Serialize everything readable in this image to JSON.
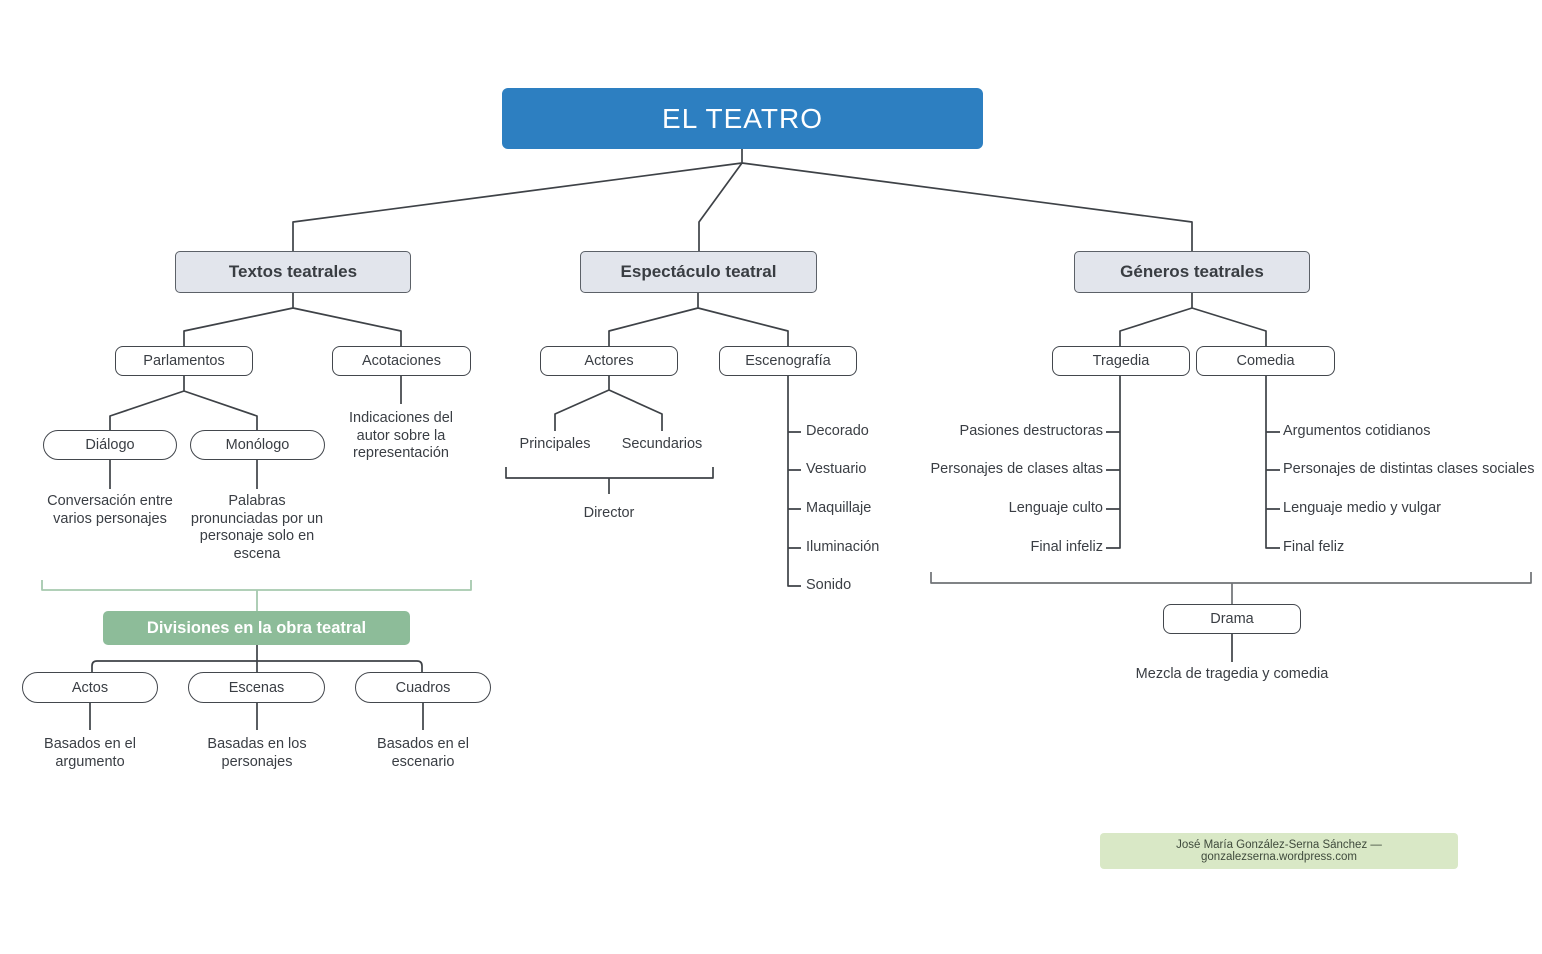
{
  "colors": {
    "root_blue": "#2d7fc1",
    "category_fill": "#e2e5ec",
    "green_header": "#8dbc99",
    "green_bracket": "#a6c9ae",
    "tree_line": "#3e4247",
    "gray_bracket": "#6f7275",
    "footer_bg": "#d9e8c6"
  },
  "root": {
    "title": "EL TEATRO"
  },
  "textos": {
    "title": "Textos teatrales",
    "parlamentos": {
      "label": "Parlamentos"
    },
    "dialogo": {
      "label": "Diálogo",
      "desc": "Conversación entre varios personajes"
    },
    "monologo": {
      "label": "Monólogo",
      "desc": "Palabras pronunciadas por un personaje solo en escena"
    },
    "acotaciones": {
      "label": "Acotaciones",
      "desc": "Indicaciones del autor sobre la representación"
    },
    "divisiones": {
      "title": "Divisiones en la obra teatral",
      "actos": {
        "label": "Actos",
        "desc": "Basados en el argumento"
      },
      "escenas": {
        "label": "Escenas",
        "desc": "Basadas en los personajes"
      },
      "cuadros": {
        "label": "Cuadros",
        "desc": "Basados en el escenario"
      }
    }
  },
  "espectaculo": {
    "title": "Espectáculo teatral",
    "actores": {
      "label": "Actores",
      "principales": "Principales",
      "secundarios": "Secundarios",
      "director": "Director"
    },
    "escenografia": {
      "label": "Escenografía",
      "items": [
        "Decorado",
        "Vestuario",
        "Maquillaje",
        "Iluminación",
        "Sonido"
      ]
    }
  },
  "generos": {
    "title": "Géneros teatrales",
    "tragedia": {
      "label": "Tragedia",
      "items": [
        "Pasiones destructoras",
        "Personajes de clases altas",
        "Lenguaje culto",
        "Final infeliz"
      ]
    },
    "comedia": {
      "label": "Comedia",
      "items": [
        "Argumentos cotidianos",
        "Personajes de distintas clases sociales",
        "Lenguaje medio y vulgar",
        "Final feliz"
      ]
    },
    "drama": {
      "label": "Drama",
      "desc": "Mezcla de tragedia y comedia"
    }
  },
  "footer": {
    "credit": "José María González-Serna Sánchez — gonzalezserna.wordpress.com"
  }
}
